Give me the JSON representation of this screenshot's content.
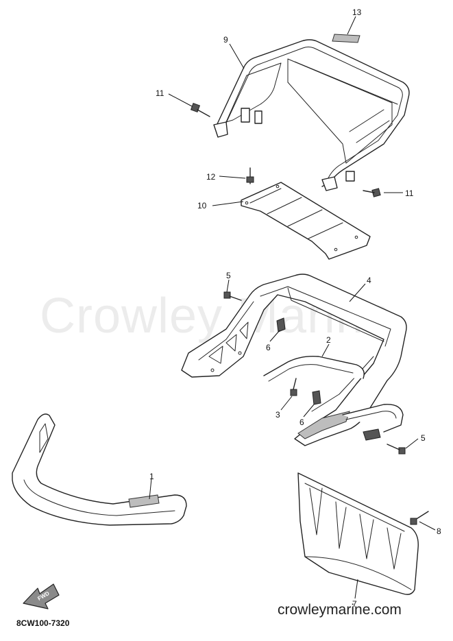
{
  "watermark": "Crowley Marine",
  "site_label": "crowleymarine.com",
  "diagram_code": "8CW100-7320",
  "fwd_label": "FWD",
  "callouts": [
    "1",
    "2",
    "3",
    "4",
    "5",
    "5",
    "6",
    "6",
    "7",
    "8",
    "9",
    "10",
    "11",
    "11",
    "12",
    "13"
  ]
}
